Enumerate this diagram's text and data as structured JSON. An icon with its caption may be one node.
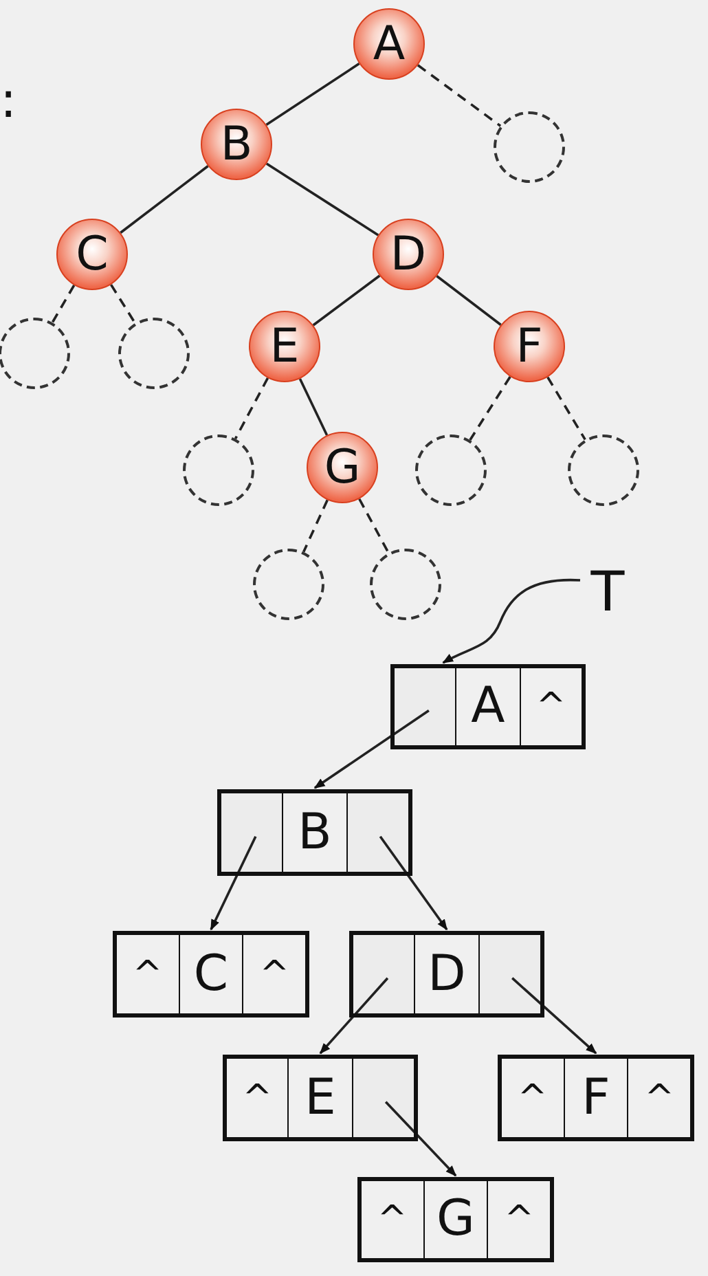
{
  "diagram": {
    "nodes": [
      {
        "text": [
          "A"
        ]
      },
      {
        "text": [
          "B"
        ]
      },
      {
        "text": [],
        "shape": "circle"
      },
      {
        "text": [
          "C"
        ]
      },
      {
        "text": [
          "D"
        ]
      },
      {
        "text": [],
        "shape": "circle"
      },
      {
        "text": [],
        "shape": "circle"
      },
      {
        "text": [
          "E"
        ]
      },
      {
        "text": [
          "F"
        ]
      },
      {
        "text": [],
        "shape": "circle"
      },
      {
        "text": [
          "G"
        ]
      },
      {
        "text": [],
        "shape": "circle"
      },
      {
        "text": [],
        "shape": "circle"
      },
      {
        "text": [],
        "shape": "circle"
      },
      {
        "text": [],
        "shape": "circle"
      },
      {
        "text": [
          "T"
        ]
      },
      {
        "text": [],
        "shape": "box"
      },
      {
        "text": [],
        "shape": "box",
        "in": 16
      },
      {
        "text": [
          "A"
        ],
        "in": 16
      },
      {
        "text": [
          "^"
        ],
        "in": 16
      },
      {
        "text": [],
        "shape": "box"
      },
      {
        "text": [],
        "shape": "box",
        "in": 20
      },
      {
        "text": [
          "B"
        ],
        "in": 20
      },
      {
        "text": [],
        "shape": "box",
        "in": 20
      },
      {
        "text": [],
        "shape": "box"
      },
      {
        "text": [
          "^"
        ],
        "in": 24
      },
      {
        "text": [
          "C"
        ],
        "in": 24
      },
      {
        "text": [
          "^"
        ],
        "in": 24
      },
      {
        "text": [],
        "shape": "box"
      },
      {
        "text": [],
        "shape": "box",
        "in": 28
      },
      {
        "text": [
          "D"
        ],
        "in": 28
      },
      {
        "text": [],
        "shape": "box",
        "in": 28
      },
      {
        "text": [],
        "shape": "box"
      },
      {
        "text": [
          "^"
        ],
        "in": 32
      },
      {
        "text": [
          "E"
        ],
        "in": 32
      },
      {
        "text": [],
        "shape": "box",
        "in": 32
      },
      {
        "text": [],
        "shape": "box"
      },
      {
        "text": [
          "^"
        ],
        "in": 36
      },
      {
        "text": [
          "F"
        ],
        "in": 36
      },
      {
        "text": [
          "^"
        ],
        "in": 36
      },
      {
        "text": [],
        "shape": "box"
      },
      {
        "text": [
          "^"
        ],
        "in": 40
      },
      {
        "text": [
          "G"
        ],
        "in": 40
      },
      {
        "text": [
          "^"
        ],
        "in": 40
      }
    ],
    "edges": [
      {
        "from": 0,
        "to": 1,
        "arrow": "none"
      },
      {
        "from": 0,
        "to": 2,
        "arrow": "none",
        "style": "dashed"
      },
      {
        "from": 1,
        "to": 3,
        "arrow": "none"
      },
      {
        "from": 1,
        "to": 4,
        "arrow": "none"
      },
      {
        "from": 3,
        "to": 5,
        "arrow": "none",
        "style": "dashed"
      },
      {
        "from": 3,
        "to": 6,
        "arrow": "none",
        "style": "dashed"
      },
      {
        "from": 4,
        "to": 7,
        "arrow": "none"
      },
      {
        "from": 4,
        "to": 8,
        "arrow": "none"
      },
      {
        "from": 7,
        "to": 9,
        "arrow": "none",
        "style": "dashed"
      },
      {
        "from": 7,
        "to": 10,
        "arrow": "none"
      },
      {
        "from": 8,
        "to": 11,
        "arrow": "none",
        "style": "dashed"
      },
      {
        "from": 8,
        "to": 12,
        "arrow": "none",
        "style": "dashed"
      },
      {
        "from": 10,
        "to": 13,
        "arrow": "none",
        "style": "dashed"
      },
      {
        "from": 10,
        "to": 14,
        "arrow": "none",
        "style": "dashed"
      },
      {
        "from": 15,
        "to": 16,
        "arrow": "to"
      },
      {
        "from": 17,
        "to": 20,
        "arrow": "to"
      },
      {
        "from": 21,
        "to": 24,
        "arrow": "to"
      },
      {
        "from": 23,
        "to": 28,
        "arrow": "to"
      },
      {
        "from": 29,
        "to": 32,
        "arrow": "to"
      },
      {
        "from": 31,
        "to": 36,
        "arrow": "to"
      },
      {
        "from": 35,
        "to": 40,
        "arrow": "to"
      }
    ],
    "labels": [
      ":"
    ]
  }
}
